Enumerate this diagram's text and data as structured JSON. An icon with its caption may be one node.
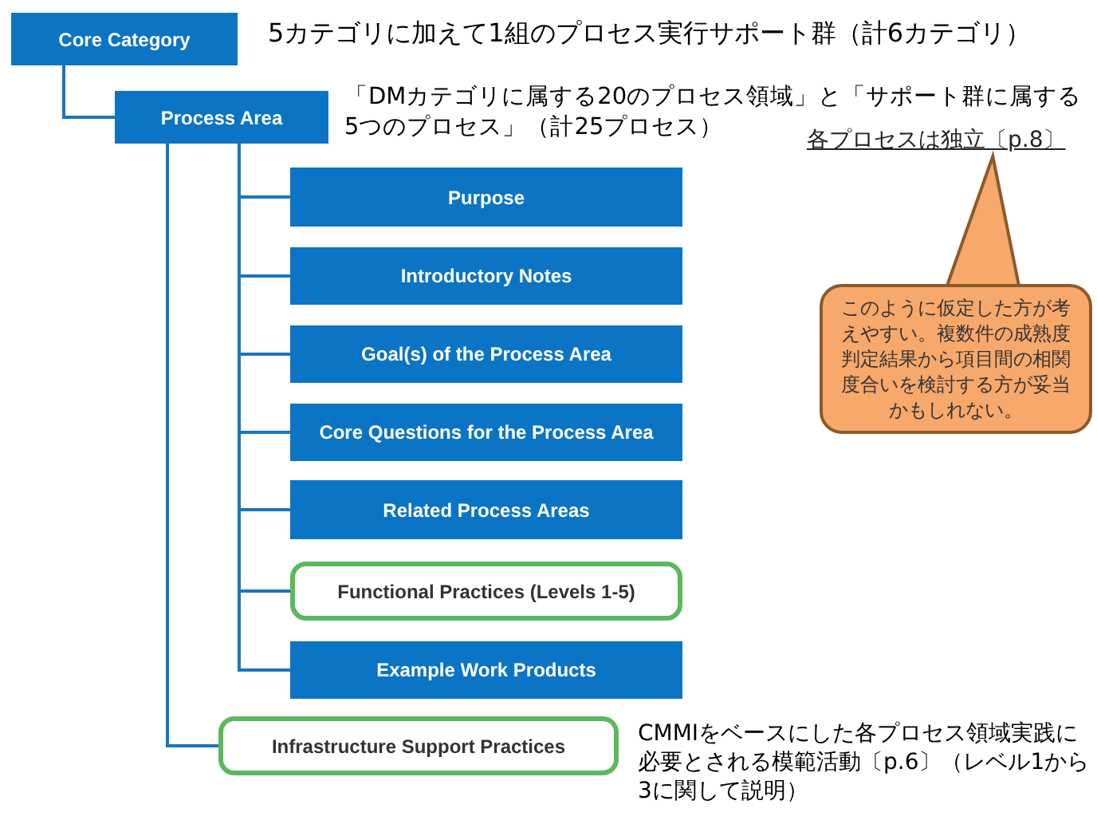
{
  "diagram": {
    "nodes": [
      {
        "text": [
          "Core Category"
        ],
        "beside": [
          "5カテゴリに加えて1組のプロセス実行サポート群（計6カテゴリ）"
        ]
      },
      {
        "text": [
          "Process Area"
        ]
      },
      {
        "text": [
          "Purpose"
        ]
      },
      {
        "text": [
          "Introductory Notes"
        ]
      },
      {
        "text": [
          "Goal(s) of the Process Area"
        ]
      },
      {
        "text": [
          "Core Questions for the Process Area"
        ]
      },
      {
        "text": [
          "Related Process Areas"
        ]
      },
      {
        "text": [
          "Functional Practices (Levels 1-5)"
        ]
      },
      {
        "text": [
          "Example Work Products"
        ]
      },
      {
        "text": [
          "Infrastructure Support Practices"
        ],
        "beside": [
          "CMMIをベースにした各プロセス領域実践に必要とされる模範活動〔p.6〕（レベル1から3に関して説明）"
        ]
      },
      {
        "text": [
          "このように仮定した方が考えやすい。複数件の成熟度判定結果から項目間の相関度合いを検討する方が妥当かもしれない。"
        ]
      },
      {
        "text": [
          "各プロセスは独立〔p.8〕"
        ]
      }
    ],
    "edges": [
      {
        "from": 0,
        "to": 1,
        "arrow": "none"
      },
      {
        "from": 1,
        "to": 2,
        "arrow": "none"
      },
      {
        "from": 1,
        "to": 3,
        "arrow": "none"
      },
      {
        "from": 1,
        "to": 4,
        "arrow": "none"
      },
      {
        "from": 1,
        "to": 5,
        "arrow": "none"
      },
      {
        "from": 1,
        "to": 6,
        "arrow": "none"
      },
      {
        "from": 1,
        "to": 7,
        "arrow": "none"
      },
      {
        "from": 1,
        "to": 8,
        "arrow": "none"
      },
      {
        "from": 1,
        "to": 9,
        "arrow": "none"
      },
      {
        "from": 10,
        "to": 11,
        "arrow": "to",
        "color": "#8b5a2b"
      }
    ],
    "labels": [
      "「DMカテゴリに属する20のプロセス領域」と「サポート群に属する5つのプロセス」（計25プロセス）"
    ]
  }
}
